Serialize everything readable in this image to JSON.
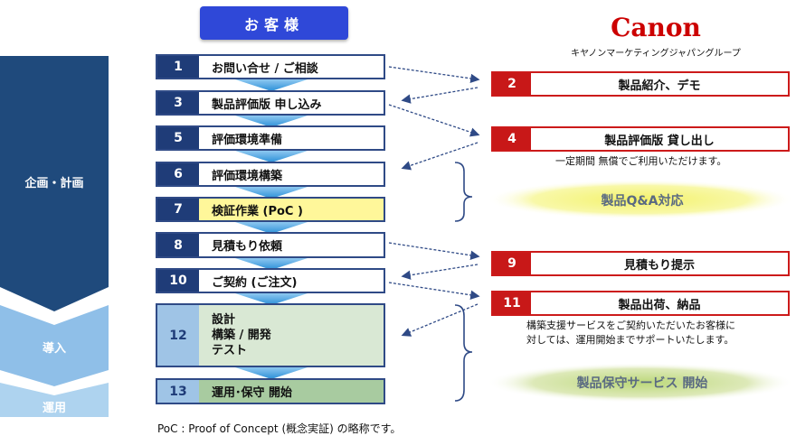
{
  "header": {
    "customer": "お客様"
  },
  "brand": {
    "logo": "Canon",
    "company": "キヤノンマーケティングジャパングループ"
  },
  "phases": {
    "planning": "企画・計画",
    "introduction": "導入",
    "operation": "運用"
  },
  "steps": [
    {
      "num": "1",
      "label": "お問い合せ / ご相談"
    },
    {
      "num": "3",
      "label": "製品評価版 申し込み"
    },
    {
      "num": "5",
      "label": "評価環境準備"
    },
    {
      "num": "6",
      "label": "評価環境構築"
    },
    {
      "num": "7",
      "label": "検証作業 (PoC )"
    },
    {
      "num": "8",
      "label": "見積もり依頼"
    },
    {
      "num": "10",
      "label": "ご契約 (ご注文)"
    },
    {
      "num": "12",
      "lines": [
        "設計",
        "構築 / 開発",
        "テスト"
      ]
    },
    {
      "num": "13",
      "label": "運用･保守 開始"
    }
  ],
  "canon_steps": [
    {
      "num": "2",
      "label": "製品紹介、デモ"
    },
    {
      "num": "4",
      "label": "製品評価版 貸し出し"
    },
    {
      "num": "9",
      "label": "見積もり提示"
    },
    {
      "num": "11",
      "label": "製品出荷、納品"
    }
  ],
  "notes": {
    "eval_loan": "一定期間 無償でご利用いただけます。",
    "support_line1": "構築支援サービスをご契約いただいたお客様に",
    "support_line2": "対しては、運用開始までサポートいたします。"
  },
  "ovals": {
    "qa": "製品Q&A対応",
    "maintenance": "製品保守サービス 開始"
  },
  "footnote": "PoC : Proof of Concept (概念実証) の略称です。",
  "colors": {
    "navy": "#1f3c78",
    "red": "#c81818",
    "blue_header": "#2f48d8",
    "poc_yellow": "#fff79a"
  }
}
